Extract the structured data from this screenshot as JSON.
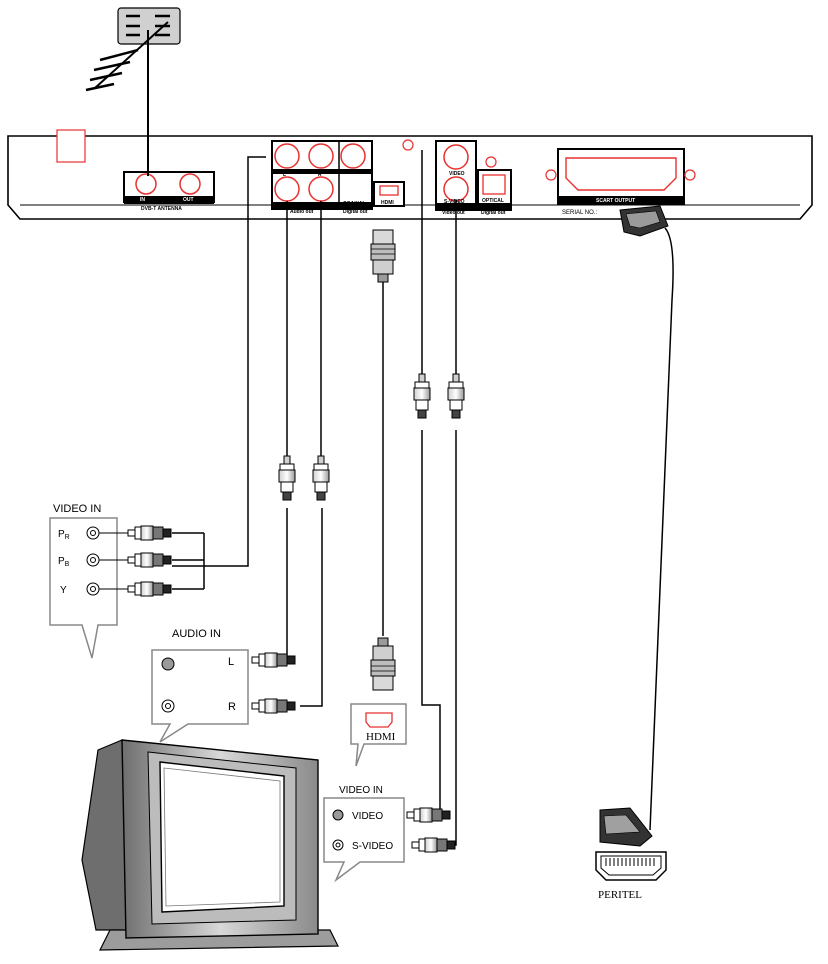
{
  "device": {
    "antenna_in": "IN",
    "antenna_out": "OUT",
    "antenna_section": "DVB-T ANTENNA",
    "audio_label_l": "L",
    "audio_label_r": "R",
    "coaxial": "COAXIAL",
    "audio_out": "Audio out",
    "digital_out_1": "Digital out",
    "hdmi_port": "HDMI",
    "video_port": "VIDEO",
    "svideo_port": "S-VIDEO",
    "video_out": "Video out",
    "optical": "OPTICAL",
    "digital_out_2": "Digital out",
    "scart_output": "SCART OUTPUT",
    "serial_no": "SERIAL NO.:"
  },
  "tv_inputs": {
    "component_title": "VIDEO IN",
    "pr": "P",
    "pr_sub": "R",
    "pb": "P",
    "pb_sub": "B",
    "y": "Y",
    "audio_title": "AUDIO IN",
    "audio_l": "L",
    "audio_r": "R",
    "hdmi": "HDMI",
    "video_title": "VIDEO IN",
    "video": "VIDEO",
    "svideo": "S-VIDEO",
    "peritel": "PERITEL"
  },
  "colors": {
    "port_red": "#e8312f",
    "line": "#000000",
    "tv_gray": "#8a8a8a"
  },
  "icons": [
    "antenna-icon",
    "rca-plug-icon",
    "hdmi-plug-icon",
    "scart-plug-icon",
    "tv-icon"
  ]
}
